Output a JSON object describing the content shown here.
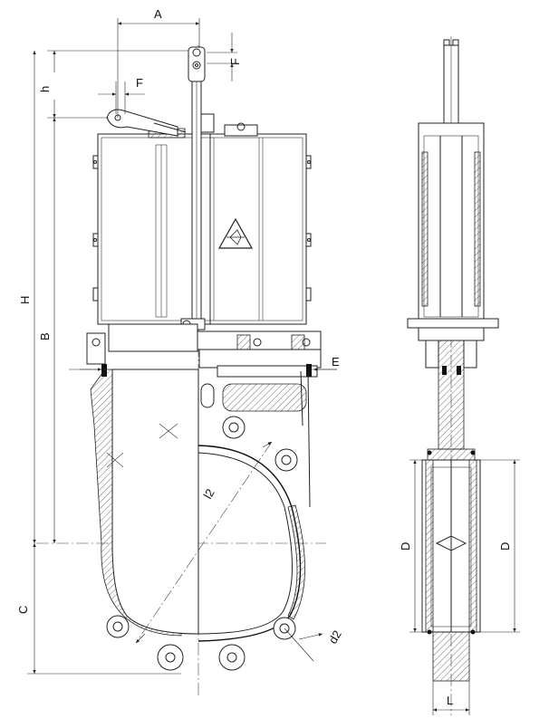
{
  "dimensions": {
    "A": "A",
    "F_top": "F",
    "F_left": "F",
    "h": "h",
    "H": "H",
    "B": "B",
    "E": "E",
    "C": "C",
    "l2": "l2",
    "d2": "d2",
    "D_left": "D",
    "D_right": "D",
    "L": "L"
  },
  "icons": {
    "warning": "pinch-hazard-warning-icon"
  }
}
